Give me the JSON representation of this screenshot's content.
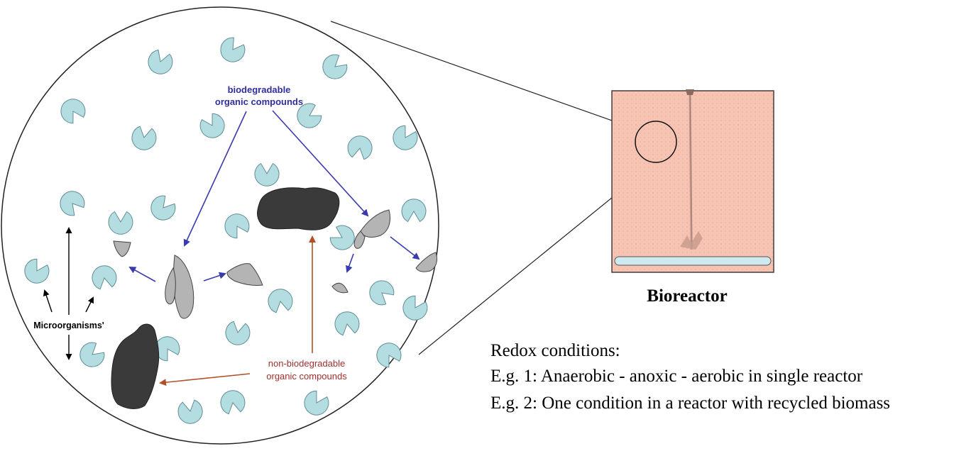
{
  "labels": {
    "biodegradable_line1": "biodegradable",
    "biodegradable_line2": "organic compounds",
    "nonbiodegradable_line1": "non-biodegradable",
    "nonbiodegradable_line2": "organic compounds",
    "microorganisms": "Microorganisms'",
    "bioreactor": "Bioreactor"
  },
  "redox": {
    "heading": "Redox conditions:",
    "example1": "E.g. 1: Anaerobic - anoxic - aerobic in single reactor",
    "example2": "E.g. 2: One condition in a reactor with recycled biomass"
  },
  "colors": {
    "microbe_fill": "#b3dde1",
    "microbe_stroke": "#5f8e94",
    "non_bio_fill": "#3a3a3a",
    "bio_particle_fill": "#b4b4b4",
    "blue_arrow": "#3a3ab0",
    "red_arrow": "#b0502a",
    "blue_text": "#2e2ea0",
    "red_text": "#a0302a",
    "reactor_fill": "#f7c4b4",
    "reactor_bottom": "#cfeaef"
  }
}
